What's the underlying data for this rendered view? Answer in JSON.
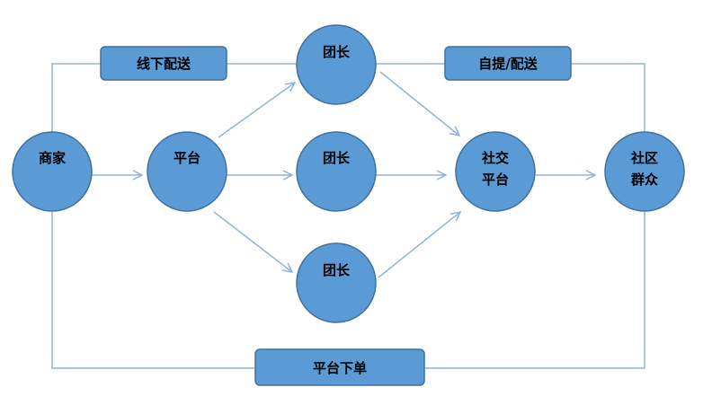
{
  "nodes": {
    "merchant": "商家",
    "platform": "平台",
    "leader_top": "团长",
    "leader_mid": "团长",
    "leader_bottom": "团长",
    "social_platform_line1": "社交",
    "social_platform_line2": "平台",
    "community_line1": "社区",
    "community_line2": "群众"
  },
  "labels": {
    "offline_delivery": "线下配送",
    "pickup_delivery": "自提/配送",
    "platform_order": "平台下单"
  },
  "colors": {
    "node_fill": "#5b9bd5",
    "node_stroke": "#41719c",
    "edge": "#8fb4d9"
  }
}
